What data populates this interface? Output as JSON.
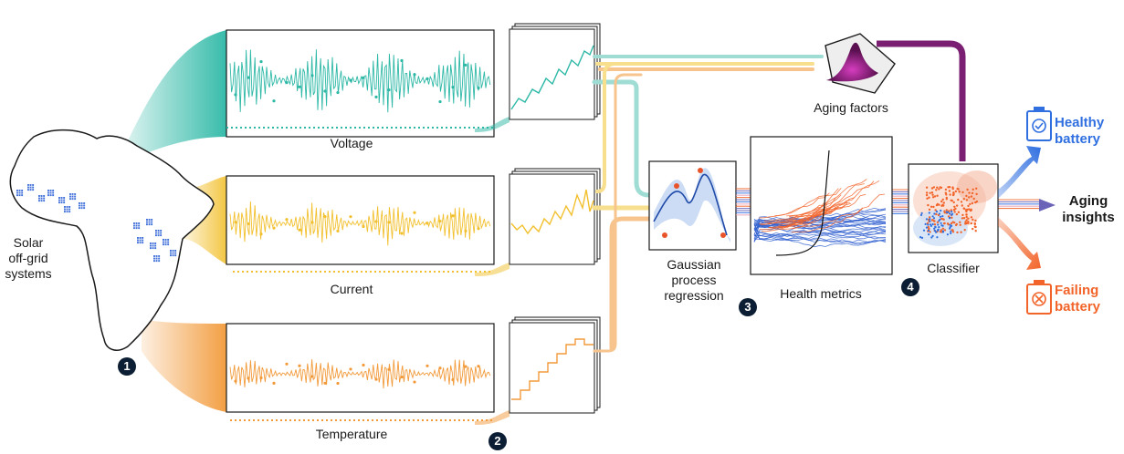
{
  "labels": {
    "systems": [
      "Solar",
      "off-grid",
      "systems"
    ],
    "voltage": "Voltage",
    "current": "Current",
    "temperature": "Temperature",
    "gpr": [
      "Gaussian",
      "process",
      "regression"
    ],
    "health_metrics": "Health metrics",
    "aging_factors": "Aging factors",
    "classifier": "Classifier",
    "healthy": [
      "Healthy",
      "battery"
    ],
    "aging_insights": [
      "Aging",
      "insights"
    ],
    "failing": [
      "Failing",
      "battery"
    ]
  },
  "steps": [
    "1",
    "2",
    "3",
    "4"
  ],
  "colors": {
    "voltage": "#2db8a6",
    "current": "#f2c02e",
    "temperature": "#f29a3a",
    "aging": "#7a1f72",
    "healthy": "#2f6fe0",
    "failing": "#f2642a",
    "badge": "#0c1e33",
    "solar_dots": "#3f6fd9"
  },
  "icons": [
    "africa-map-icon",
    "battery-check-icon",
    "battery-cross-icon",
    "aging-factors-surface-icon"
  ]
}
